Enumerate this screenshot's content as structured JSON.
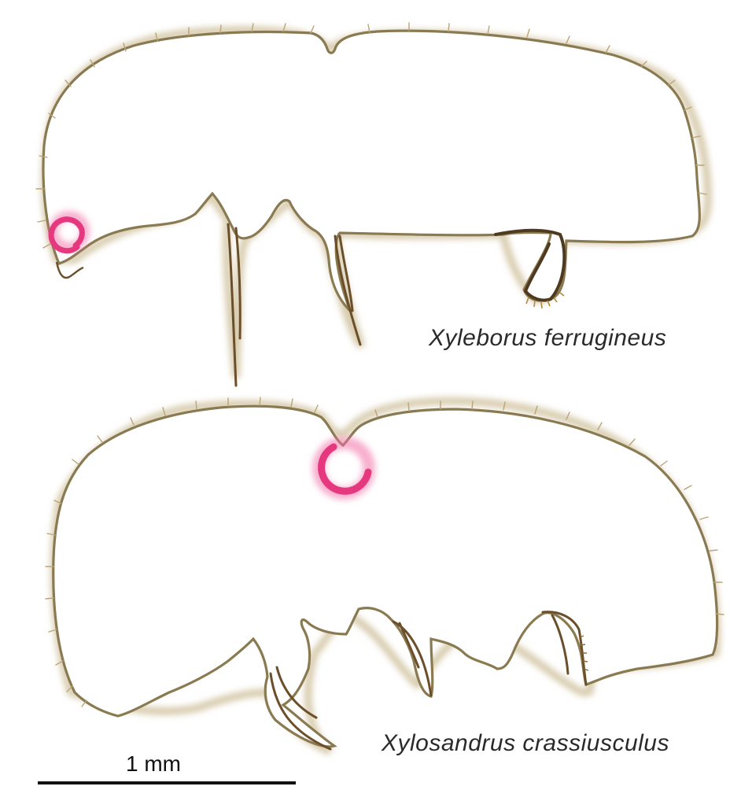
{
  "specimens": [
    {
      "species": "Xyleborus ferrugineus",
      "mycangium_highlight": "oral-mycangium"
    },
    {
      "species": "Xylosandrus crassiusculus",
      "mycangium_highlight": "mesonotal-mycangium"
    }
  ],
  "scale_bar": {
    "label": "1 mm"
  },
  "colors": {
    "outline": "#8a7a52",
    "setae": "#b9a577",
    "legs": "#6b4f2a",
    "highlight": "#e6387e",
    "background": "#ffffff"
  },
  "icons": {
    "highlight_marker": "ring-icon"
  }
}
